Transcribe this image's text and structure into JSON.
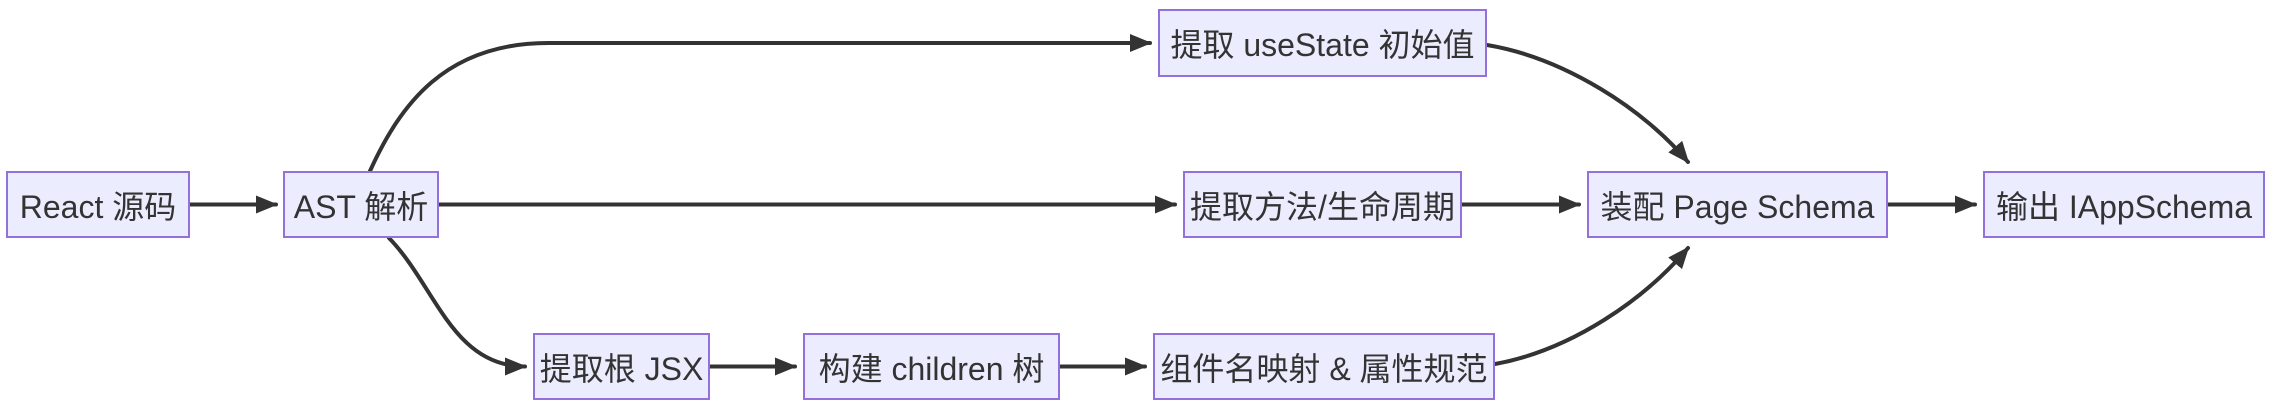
{
  "diagram": {
    "type": "flowchart",
    "direction": "left-to-right",
    "colors": {
      "background": "#ffffff",
      "node_fill": "#ECECFF",
      "node_border": "#9370DB",
      "node_text": "#333333",
      "edge": "#333333"
    },
    "nodes": [
      {
        "id": "react-source",
        "label": "React 源码"
      },
      {
        "id": "ast-parse",
        "label": "AST 解析"
      },
      {
        "id": "extract-usestate",
        "label": "提取 useState 初始值"
      },
      {
        "id": "extract-methods",
        "label": "提取方法/生命周期"
      },
      {
        "id": "extract-root-jsx",
        "label": "提取根 JSX"
      },
      {
        "id": "build-children-tree",
        "label": "构建 children 树"
      },
      {
        "id": "component-mapping",
        "label": "组件名映射 & 属性规范"
      },
      {
        "id": "assemble-page-schema",
        "label": "装配 Page Schema"
      },
      {
        "id": "output-iappschema",
        "label": "输出 IAppSchema"
      }
    ],
    "edges": [
      {
        "from": "react-source",
        "to": "ast-parse"
      },
      {
        "from": "ast-parse",
        "to": "extract-usestate"
      },
      {
        "from": "ast-parse",
        "to": "extract-methods"
      },
      {
        "from": "ast-parse",
        "to": "extract-root-jsx"
      },
      {
        "from": "extract-root-jsx",
        "to": "build-children-tree"
      },
      {
        "from": "build-children-tree",
        "to": "component-mapping"
      },
      {
        "from": "extract-usestate",
        "to": "assemble-page-schema"
      },
      {
        "from": "extract-methods",
        "to": "assemble-page-schema"
      },
      {
        "from": "component-mapping",
        "to": "assemble-page-schema"
      },
      {
        "from": "assemble-page-schema",
        "to": "output-iappschema"
      }
    ]
  }
}
